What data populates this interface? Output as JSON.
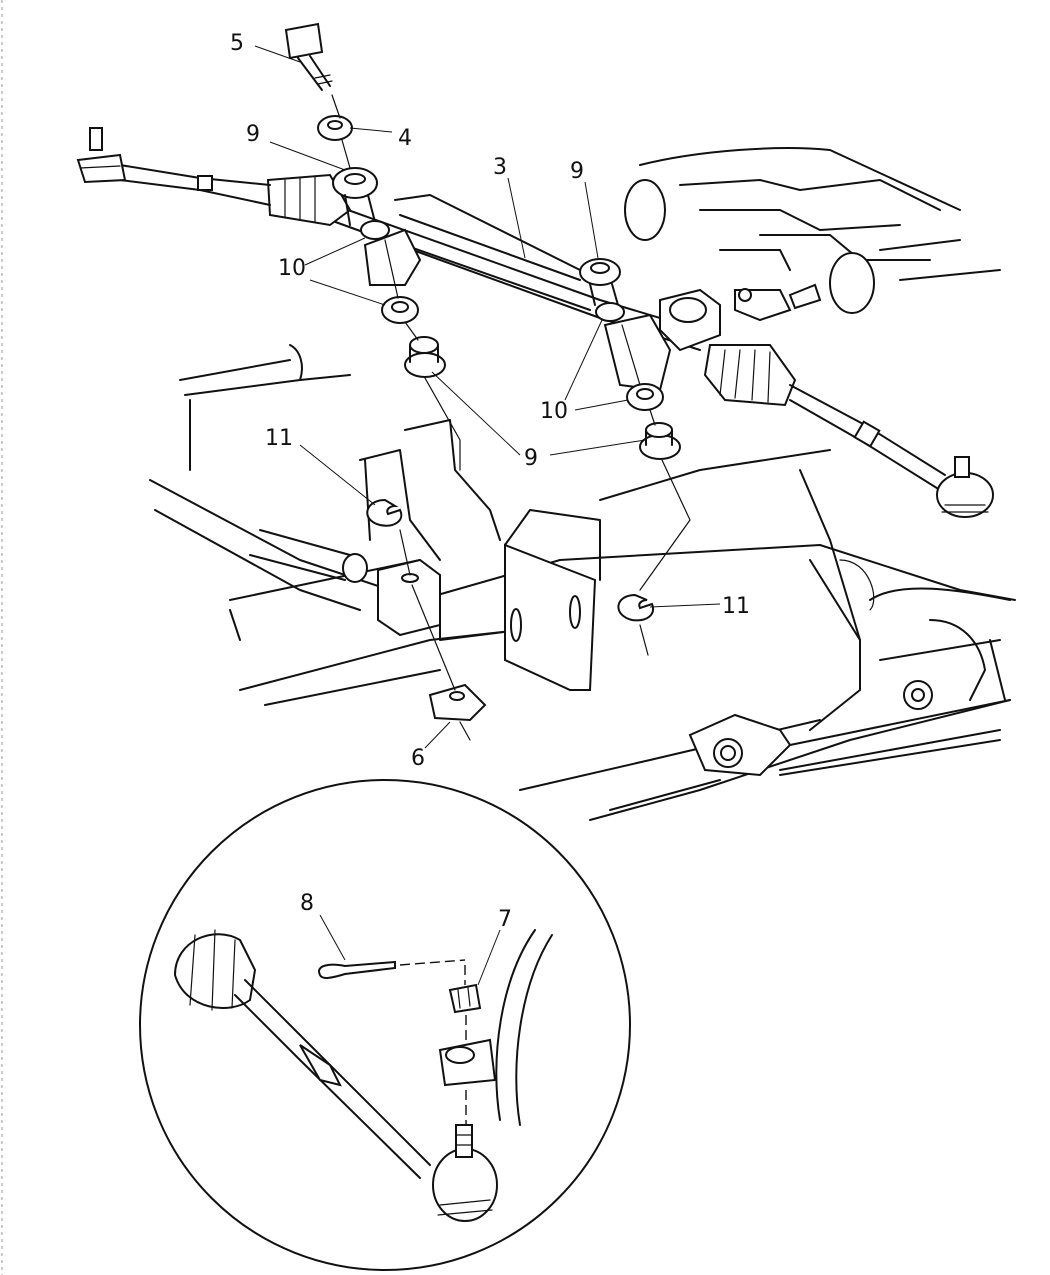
{
  "callouts": {
    "c5": "5",
    "c4": "4",
    "c9_top_left": "9",
    "c3": "3",
    "c9_top_right": "9",
    "c10_left": "10",
    "c10_right": "10",
    "c9_middle": "9",
    "c11_left": "11",
    "c11_right": "11",
    "c6": "6",
    "c8": "8",
    "c7": "7"
  }
}
